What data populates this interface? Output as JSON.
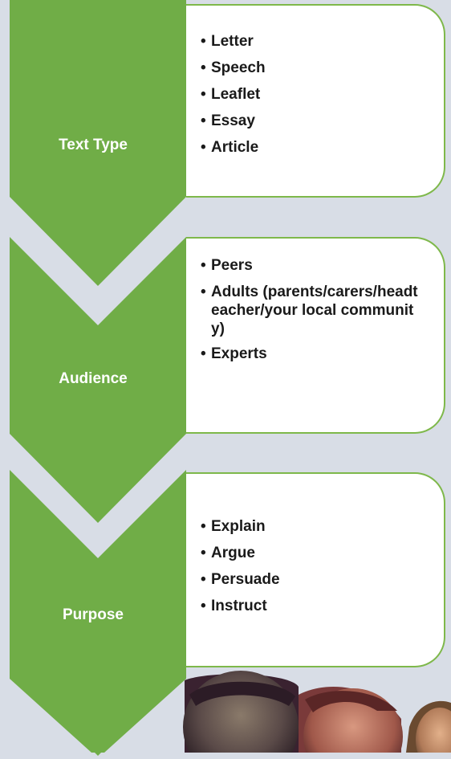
{
  "colors": {
    "background": "#d8dde6",
    "chevron_fill": "#70ad47",
    "chevron_top_accent": "#2fb36b",
    "box_fill": "#ffffff",
    "box_border": "#7eb84a",
    "label_text": "#ffffff",
    "item_text": "#1a1a1a"
  },
  "sections": [
    {
      "label": "Text Type",
      "items": [
        "Letter",
        "Speech",
        "Leaflet",
        "Essay",
        "Article"
      ]
    },
    {
      "label": "Audience",
      "items": [
        "Peers",
        "Adults (parents/carers/headteacher/your local community)",
        "Experts"
      ]
    },
    {
      "label": "Purpose",
      "items": [
        "Explain",
        "Argue",
        "Persuade",
        "Instruct"
      ]
    }
  ],
  "bullet_char": "•"
}
